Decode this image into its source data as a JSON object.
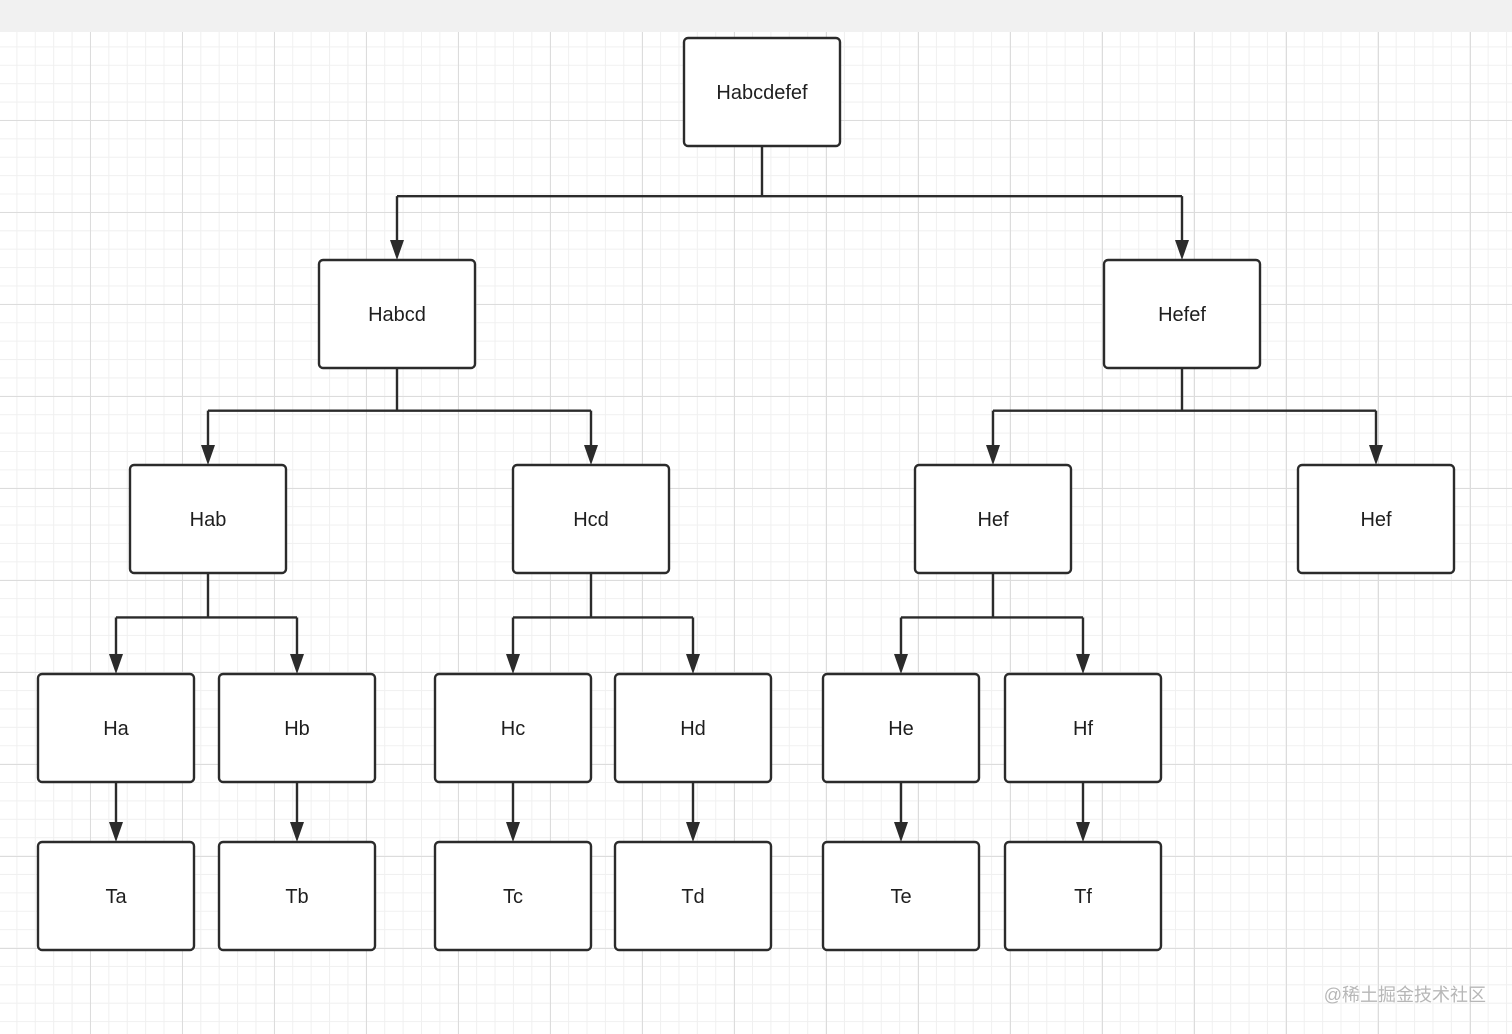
{
  "nodes": [
    {
      "id": "n0",
      "label": "Habcdefef"
    },
    {
      "id": "n1",
      "label": "Habcd"
    },
    {
      "id": "n2",
      "label": "Hefef"
    },
    {
      "id": "n3",
      "label": "Hab"
    },
    {
      "id": "n4",
      "label": "Hcd"
    },
    {
      "id": "n5",
      "label": "Hef"
    },
    {
      "id": "n6",
      "label": "Hef"
    },
    {
      "id": "n7",
      "label": "Ha"
    },
    {
      "id": "n8",
      "label": "Hb"
    },
    {
      "id": "n9",
      "label": "Hc"
    },
    {
      "id": "n10",
      "label": "Hd"
    },
    {
      "id": "n11",
      "label": "He"
    },
    {
      "id": "n12",
      "label": "Hf"
    },
    {
      "id": "n13",
      "label": "Ta"
    },
    {
      "id": "n14",
      "label": "Tb"
    },
    {
      "id": "n15",
      "label": "Tc"
    },
    {
      "id": "n16",
      "label": "Td"
    },
    {
      "id": "n17",
      "label": "Te"
    },
    {
      "id": "n18",
      "label": "Tf"
    }
  ],
  "edges": [
    {
      "from": "n0",
      "to": "n1"
    },
    {
      "from": "n0",
      "to": "n2"
    },
    {
      "from": "n1",
      "to": "n3"
    },
    {
      "from": "n1",
      "to": "n4"
    },
    {
      "from": "n2",
      "to": "n5"
    },
    {
      "from": "n2",
      "to": "n6"
    },
    {
      "from": "n3",
      "to": "n7"
    },
    {
      "from": "n3",
      "to": "n8"
    },
    {
      "from": "n4",
      "to": "n9"
    },
    {
      "from": "n4",
      "to": "n10"
    },
    {
      "from": "n5",
      "to": "n11"
    },
    {
      "from": "n5",
      "to": "n12"
    },
    {
      "from": "n7",
      "to": "n13"
    },
    {
      "from": "n8",
      "to": "n14"
    },
    {
      "from": "n9",
      "to": "n15"
    },
    {
      "from": "n10",
      "to": "n16"
    },
    {
      "from": "n11",
      "to": "n17"
    },
    {
      "from": "n12",
      "to": "n18"
    }
  ],
  "watermark": "@稀土掘金技术社区",
  "colors": {
    "stroke": "#2b2b2b",
    "text": "#1e1e1e",
    "grid_major": "#dcdcdc",
    "grid_minor": "#f0f0f0",
    "watermark": "#b7b7b7"
  }
}
